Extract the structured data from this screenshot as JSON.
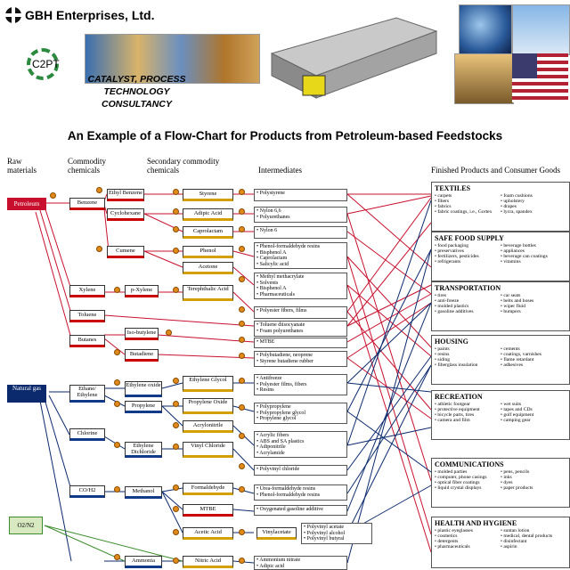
{
  "header": {
    "company": "GBH Enterprises, Ltd.",
    "logo_text": "C2PT",
    "tagline_line1": "CATALYST, PROCESS TECHNOLOGY",
    "tagline_line2": "CONSULTANCY"
  },
  "title": "An Example of a Flow-Chart for Products from Petroleum-based Feedstocks",
  "columns": {
    "raw": "Raw materials",
    "commodity": "Commodity chemicals",
    "secondary": "Secondary commodity chemicals",
    "intermediates": "Intermediates",
    "finished": "Finished Products and Consumer Goods"
  },
  "raw_materials": {
    "petroleum": "Petroleum",
    "natural_gas": "Natural gas",
    "o2n2": "O2/N2"
  },
  "commodity": {
    "benzene": "Benzene",
    "xylene": "Xylene",
    "toluene": "Toluene",
    "butanes": "Butanes",
    "ethane": "Ethane/ Ethylene",
    "chlorine": "Chlorine",
    "coh2": "CO/H2",
    "ammonia": "Ammonia"
  },
  "secondary": {
    "ethylbenzene": "Ethyl Benzene",
    "cyclohexane": "Cyclohexane",
    "cumene": "Cumene",
    "pxylene": "p-Xylene",
    "isobutylene": "Iso-butylene",
    "butadiene": "Butadiene",
    "ethyleneoxide": "Ethylene oxide",
    "propylene": "Propylene",
    "ethylenedichloride": "Ethylene Dichloride",
    "methanol": "Methanol"
  },
  "tertiary": {
    "styrene": "Styrene",
    "adipic": "Adipic Acid",
    "caprolactam": "Caprolactam",
    "phenol": "Phenol",
    "acetone": "Acetone",
    "terephthalic": "Terephthalic Acid",
    "ethyleneglycol": "Ethylene Glycol",
    "propyleneoxide": "Propylene Oxide",
    "acrylonitrile": "Acrylonitrile",
    "vinylchloride": "Vinyl Chloride",
    "formaldehyde": "Formaldehyde",
    "mtbe": "MTBE",
    "aceticacid": "Acetic Acid",
    "nitricacid": "Nitric Acid",
    "vinylacetate": "Vinylacetate"
  },
  "intermediates": {
    "i1": [
      "Polystyrene"
    ],
    "i2": [
      "Nylon 6,6",
      "Polyurethanes"
    ],
    "i3": [
      "Nylon 6"
    ],
    "i4": [
      "Phenol-formaldehyde resins",
      "Bisphenol A",
      "Caprolactam",
      "Salicylic acid"
    ],
    "i5": [
      "Methyl methacrylate",
      "Solvents",
      "Bisphenol A",
      "Pharmaceuticals"
    ],
    "i6": [
      "Polyester fibers, films"
    ],
    "i7": [
      "Toluene diisocyanate",
      "Foam polyurethanes"
    ],
    "i8": [
      "MTBE"
    ],
    "i9": [
      "Polybutadiene, neoprene",
      "Styrene butadiene rubber"
    ],
    "i10": [
      "Antifreeze",
      "Polyester films, fibers",
      "Resins"
    ],
    "i11": [
      "Polypropylene",
      "Polypropylene glycol",
      "Propylene glycol"
    ],
    "i12": [
      "Acrylic fibers",
      "ABS and SA plastics",
      "Adiponitrile",
      "Acrylamide"
    ],
    "i13": [
      "Polyvinyl chloride"
    ],
    "i14": [
      "Urea-formaldehyde resins",
      "Phenol-formaldehyde resins"
    ],
    "i15": [
      "Oxygenated gasoline additive"
    ],
    "i16": [
      "Polyvinyl acetate",
      "Polyvinyl alcohol",
      "Polyvinyl butyral"
    ],
    "i17": [
      "Ammonium nitrate",
      "Adipic acid"
    ]
  },
  "finished": [
    {
      "title": "TEXTILES",
      "left": [
        "carpets",
        "fibers",
        "fabrics",
        "fabric coatings, i.e., Gortex"
      ],
      "right": [
        "foam cushions",
        "upholstery",
        "drapes",
        "lycra, spandex"
      ]
    },
    {
      "title": "SAFE FOOD SUPPLY",
      "left": [
        "food packaging",
        "preservatives",
        "fertilizers, pesticides",
        "refrigerants"
      ],
      "right": [
        "beverage bottles",
        "appliances",
        "beverage can coatings",
        "vitamins"
      ]
    },
    {
      "title": "TRANSPORTATION",
      "left": [
        "tires",
        "anti-freeze",
        "molded plastics",
        "gasoline additives"
      ],
      "right": [
        "car seats",
        "belts and hoses",
        "wiper fluid",
        "bumpers"
      ]
    },
    {
      "title": "HOUSING",
      "left": [
        "paints",
        "resins",
        "siding",
        "fiberglass insulation"
      ],
      "right": [
        "cements",
        "coatings, varnishes",
        "flame retardant",
        "adhesives"
      ]
    },
    {
      "title": "RECREATION",
      "left": [
        "athletic footgear",
        "protective equipment",
        "bicycle parts, tires",
        "camera and film"
      ],
      "right": [
        "wet suits",
        "tapes and CDs",
        "golf equipment",
        "camping gear"
      ]
    },
    {
      "title": "COMMUNICATIONS",
      "left": [
        "molded parties",
        "computer, phone casings",
        "optical fiber coatings",
        "liquid crystal displays"
      ],
      "right": [
        "pens, pencils",
        "inks",
        "dyes",
        "paper products"
      ]
    },
    {
      "title": "HEALTH AND HYGIENE",
      "left": [
        "plastic eyeglasses",
        "cosmetics",
        "detergents",
        "pharmaceuticals"
      ],
      "right": [
        "suntan lotion",
        "medical, dental products",
        "disinfectant",
        "aspirin"
      ]
    }
  ],
  "colors": {
    "petroleum": "#c8102e",
    "natural_gas": "#0b2a6e",
    "o2n2": "#3c8c2c",
    "circle": "#e08a1a"
  }
}
